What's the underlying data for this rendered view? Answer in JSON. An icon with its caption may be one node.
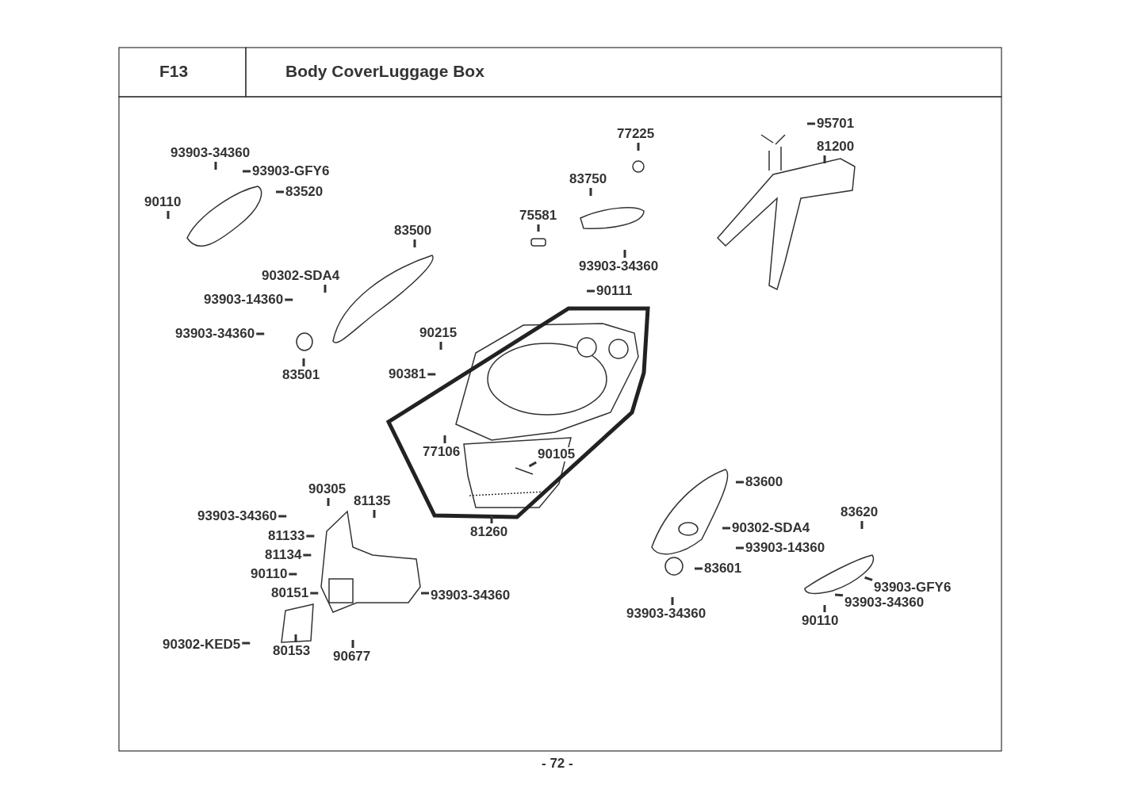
{
  "diagram": {
    "title": "Body CoverLuggage Box",
    "nodes": [
      {
        "text": [
          "93903-34360"
        ]
      },
      {
        "text": [
          "93903-GFY6"
        ]
      },
      {
        "text": [
          "83520"
        ]
      },
      {
        "text": [
          "90110"
        ]
      },
      {
        "text": [
          "83500"
        ]
      },
      {
        "text": [
          "90302-SDA4"
        ]
      },
      {
        "text": [
          "93903-14360"
        ]
      },
      {
        "text": [
          "93903-34360"
        ]
      },
      {
        "text": [
          "83501"
        ]
      },
      {
        "text": [
          "77225"
        ]
      },
      {
        "text": [
          "83750"
        ]
      },
      {
        "text": [
          "75581"
        ]
      },
      {
        "text": [
          "93903-34360"
        ]
      },
      {
        "text": [
          "90111"
        ]
      },
      {
        "text": [
          "95701"
        ]
      },
      {
        "text": [
          "81200"
        ]
      },
      {
        "text": [
          "90215"
        ]
      },
      {
        "text": [
          "90381"
        ]
      },
      {
        "text": [
          "77106"
        ]
      },
      {
        "text": [
          "90105"
        ]
      },
      {
        "text": [
          "81260"
        ]
      },
      {
        "text": [
          "90305"
        ]
      },
      {
        "text": [
          "81135"
        ]
      },
      {
        "text": [
          "93903-34360"
        ]
      },
      {
        "text": [
          "81133"
        ]
      },
      {
        "text": [
          "81134"
        ]
      },
      {
        "text": [
          "90110"
        ]
      },
      {
        "text": [
          "80151"
        ]
      },
      {
        "text": [
          "93903-34360"
        ]
      },
      {
        "text": [
          "90302-KED5"
        ]
      },
      {
        "text": [
          "80153"
        ]
      },
      {
        "text": [
          "90677"
        ]
      },
      {
        "text": [
          "83600"
        ]
      },
      {
        "text": [
          "83620"
        ]
      },
      {
        "text": [
          "90302-SDA4"
        ]
      },
      {
        "text": [
          "93903-14360"
        ]
      },
      {
        "text": [
          "83601"
        ]
      },
      {
        "text": [
          "93903-GFY6"
        ]
      },
      {
        "text": [
          "93903-34360"
        ]
      },
      {
        "text": [
          "93903-34360"
        ]
      },
      {
        "text": [
          "90110"
        ]
      }
    ],
    "edges": [
      {
        "from": 0,
        "to": null,
        "arrow": "none"
      },
      {
        "from": 1,
        "to": null,
        "arrow": "none"
      },
      {
        "from": 2,
        "to": null,
        "arrow": "none"
      },
      {
        "from": 3,
        "to": null,
        "arrow": "none"
      },
      {
        "from": 4,
        "to": null,
        "arrow": "none"
      },
      {
        "from": 5,
        "to": null,
        "arrow": "none"
      },
      {
        "from": 6,
        "to": null,
        "arrow": "none"
      },
      {
        "from": 7,
        "to": null,
        "arrow": "none"
      },
      {
        "from": 8,
        "to": null,
        "arrow": "none"
      },
      {
        "from": 9,
        "to": null,
        "arrow": "none"
      },
      {
        "from": 10,
        "to": null,
        "arrow": "none"
      },
      {
        "from": 11,
        "to": null,
        "arrow": "none"
      },
      {
        "from": 12,
        "to": null,
        "arrow": "none"
      },
      {
        "from": 13,
        "to": null,
        "arrow": "none"
      },
      {
        "from": 14,
        "to": null,
        "arrow": "none"
      },
      {
        "from": 15,
        "to": null,
        "arrow": "none"
      },
      {
        "from": 16,
        "to": null,
        "arrow": "none"
      },
      {
        "from": 17,
        "to": null,
        "arrow": "none"
      },
      {
        "from": 18,
        "to": null,
        "arrow": "none"
      },
      {
        "from": 19,
        "to": null,
        "arrow": "none"
      },
      {
        "from": 20,
        "to": null,
        "arrow": "none"
      },
      {
        "from": 21,
        "to": null,
        "arrow": "none"
      },
      {
        "from": 22,
        "to": null,
        "arrow": "none"
      },
      {
        "from": 23,
        "to": null,
        "arrow": "none"
      },
      {
        "from": 24,
        "to": null,
        "arrow": "none"
      },
      {
        "from": 25,
        "to": null,
        "arrow": "none"
      },
      {
        "from": 26,
        "to": null,
        "arrow": "none"
      },
      {
        "from": 27,
        "to": null,
        "arrow": "none"
      },
      {
        "from": 28,
        "to": null,
        "arrow": "none"
      },
      {
        "from": 29,
        "to": null,
        "arrow": "none"
      },
      {
        "from": 30,
        "to": null,
        "arrow": "none"
      },
      {
        "from": 31,
        "to": null,
        "arrow": "none"
      },
      {
        "from": 32,
        "to": null,
        "arrow": "none"
      },
      {
        "from": 33,
        "to": null,
        "arrow": "none"
      },
      {
        "from": 34,
        "to": null,
        "arrow": "none"
      },
      {
        "from": 35,
        "to": null,
        "arrow": "none"
      },
      {
        "from": 36,
        "to": null,
        "arrow": "none"
      },
      {
        "from": 37,
        "to": null,
        "arrow": "none"
      },
      {
        "from": 38,
        "to": null,
        "arrow": "none"
      },
      {
        "from": 39,
        "to": null,
        "arrow": "none"
      },
      {
        "from": 40,
        "to": null,
        "arrow": "none"
      }
    ],
    "labels": [
      "F13",
      "- 72 -"
    ]
  }
}
